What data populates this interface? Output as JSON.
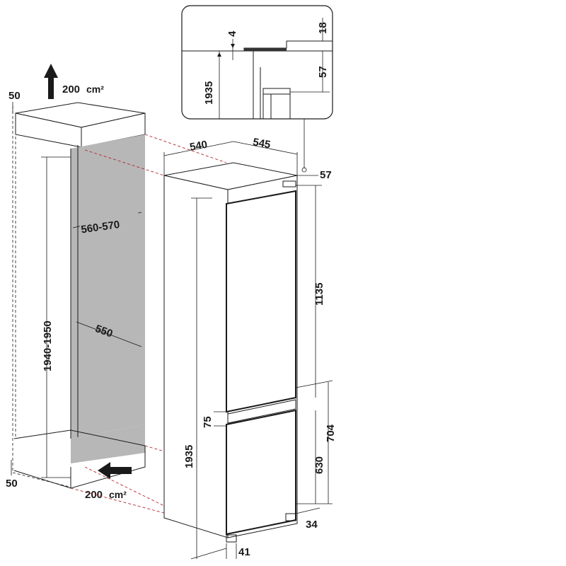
{
  "inset": {
    "dim_4": "4",
    "dim_18": "18",
    "dim_57": "57",
    "dim_1935": "1935"
  },
  "niche": {
    "top_margin": "50",
    "bottom_margin": "50",
    "vent_top_value": "200",
    "vent_top_unit": "cm²",
    "vent_bottom_value": "200",
    "vent_bottom_unit": "cm²",
    "width_range": "560-570",
    "depth": "550",
    "height_range": "1940-1950"
  },
  "appliance": {
    "depth_total": "540",
    "depth_body": "545",
    "top_gap": "57",
    "upper_door": "1135",
    "door_gap": "75",
    "lower_section": "704",
    "lower_door": "630",
    "total_height": "1935",
    "plinth": "34",
    "foot": "41"
  }
}
